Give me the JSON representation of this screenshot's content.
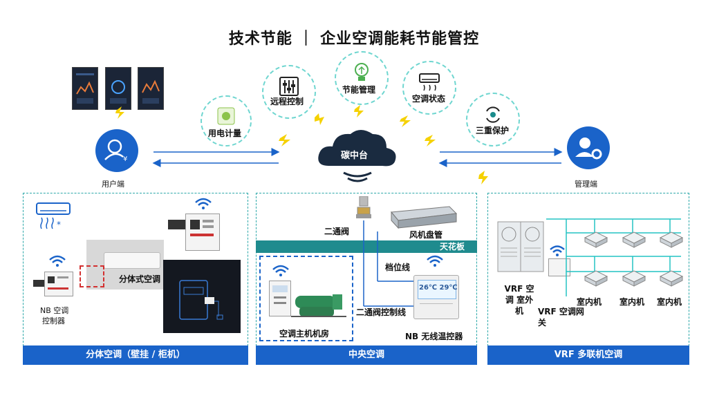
{
  "title": "技术节能 ｜ 企业空调能耗节能管控",
  "center": {
    "cloud_label": "碳中台"
  },
  "endpoints": {
    "user": "用户端",
    "admin": "管理端"
  },
  "features": [
    {
      "label": "用电计量",
      "icon": "plug-icon"
    },
    {
      "label": "远程控制",
      "icon": "control-panel-icon"
    },
    {
      "label": "节能管理",
      "icon": "bulb-icon"
    },
    {
      "label": "空调状态",
      "icon": "ac-status-icon"
    },
    {
      "label": "三重保护",
      "icon": "protect-icon"
    }
  ],
  "split_ac": {
    "bar_label": "分体空调（壁挂 / 柜机）",
    "device_label": "分体式空调",
    "controller_label_line1": "NB 空调",
    "controller_label_line2": "控制器"
  },
  "central_ac": {
    "bar_label": "中央空调",
    "two_way_valve": "二通阀",
    "fan_coil": "风机盘管",
    "ceiling": "天花板",
    "gear_line": "档位线",
    "valve_control_line": "二通阀控制线",
    "chiller_room": "空调主机机房",
    "nb_thermostat": "NB 无线温控器",
    "thermostat_display": "26℃  29℃"
  },
  "vrf": {
    "bar_label": "VRF 多联机空调",
    "outdoor_unit": "VRF 空调 室外机",
    "gateway": "VRF 空调网关",
    "indoor_units": [
      "室内机",
      "室内机",
      "室内机"
    ]
  },
  "colors": {
    "accent": "#1a63c9",
    "teal": "#2aa7a8",
    "lightning": "#f5d100",
    "icon_blue": "#1a63c9"
  }
}
